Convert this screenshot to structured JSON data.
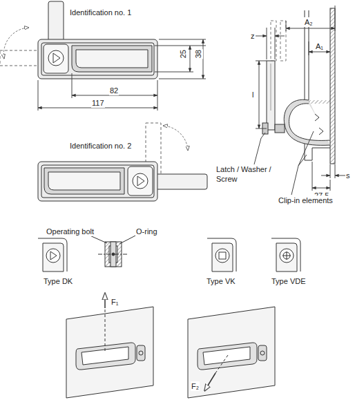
{
  "diagram": {
    "labels": [
      "Identification no. 1",
      "25",
      "38",
      "82",
      "117",
      "Identification no. 2",
      "z",
      "A₂",
      "A₁",
      "l",
      "Latch / Washer / Screw",
      "s",
      "27,5",
      "Clip-in elements",
      "Operating bolt",
      "O-ring",
      "Type DK",
      "Type VK",
      "Type VDE",
      "F₁",
      "F₂"
    ]
  }
}
